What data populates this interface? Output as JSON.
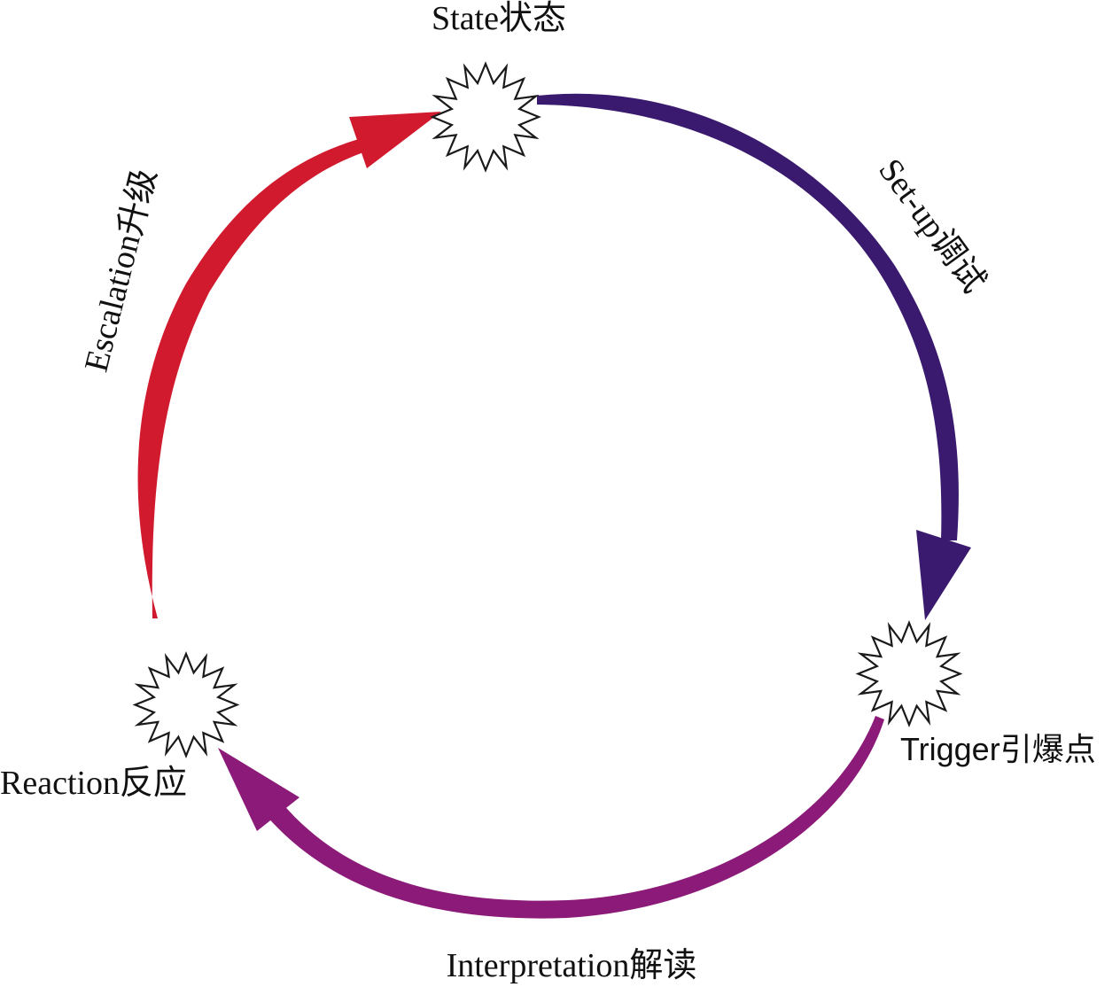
{
  "diagram": {
    "nodes": {
      "state": {
        "label": "State状态"
      },
      "trigger": {
        "label": "Trigger引爆点"
      },
      "reaction": {
        "label": "Reaction反应"
      }
    },
    "edges": {
      "setup": {
        "label": "Set-up调试",
        "color": "#3a1a6e"
      },
      "interpretation": {
        "label": "Interpretation解读",
        "color": "#8b1a78"
      },
      "escalation": {
        "label": "Escalation升级",
        "color": "#d11a2e"
      }
    }
  }
}
